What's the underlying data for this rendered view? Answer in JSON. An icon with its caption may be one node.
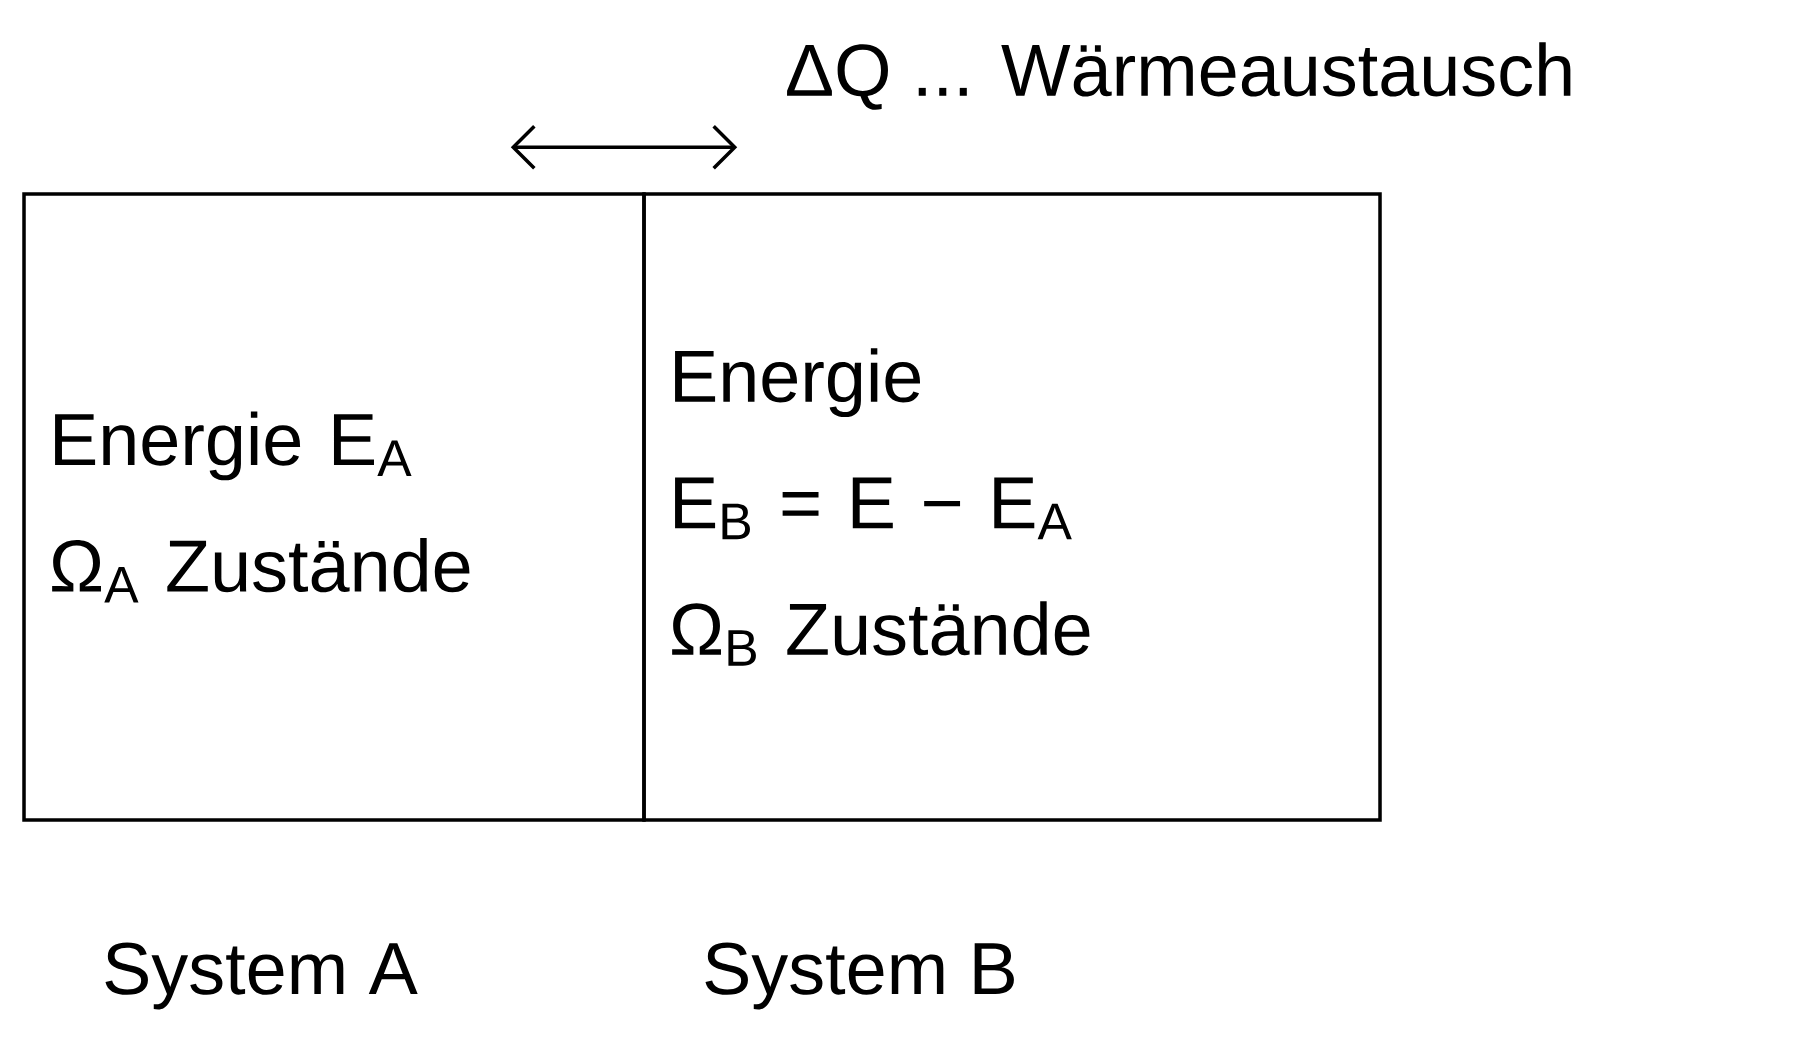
{
  "diagram": {
    "title": "ΔQ ... Wärmeaustausch",
    "nodes": [
      {
        "text": [
          "Energie E$_{A}$",
          "Ω$_{A}$ Zustände"
        ],
        "beside": [
          "System A"
        ]
      },
      {
        "text": [
          "Energie",
          "E$_{B}$ = E − E$_{A}$",
          "Ω$_{B}$ Zustände"
        ],
        "beside": [
          "System B"
        ]
      }
    ],
    "edges": [
      {
        "from": 0,
        "to": 1,
        "arrow": "both"
      }
    ]
  }
}
